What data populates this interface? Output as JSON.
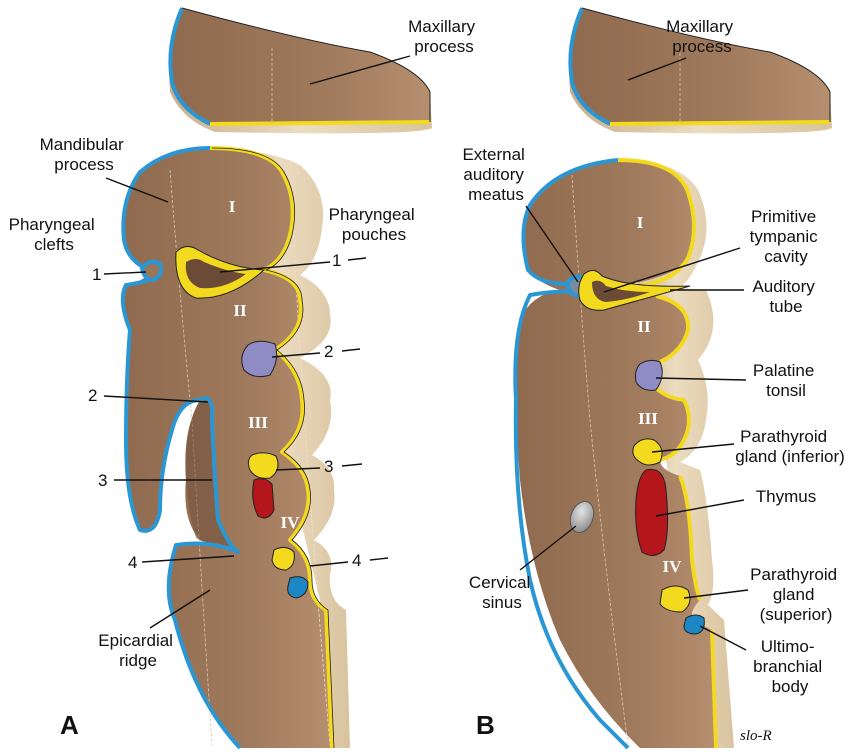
{
  "panel_a": {
    "letter": "A",
    "maxillary_label": [
      "Maxillary",
      "process"
    ],
    "mandibular_label": [
      "Mandibular",
      "process"
    ],
    "clefts_label": [
      "Pharyngeal",
      "clefts"
    ],
    "pouches_label": [
      "Pharyngeal",
      "pouches"
    ],
    "epicardial_label": [
      "Epicardial",
      "ridge"
    ],
    "arches": [
      "I",
      "II",
      "III",
      "IV"
    ],
    "cleft_numbers": [
      "1",
      "2",
      "3",
      "4"
    ],
    "pouch_numbers": [
      "1",
      "2",
      "3",
      "4"
    ]
  },
  "panel_b": {
    "letter": "B",
    "maxillary_label": [
      "Maxillary",
      "process"
    ],
    "ear_label": [
      "External",
      "auditory",
      "meatus"
    ],
    "tympanic_label": [
      "Primitive",
      "tympanic",
      "cavity"
    ],
    "tube_label": [
      "Auditory",
      "tube"
    ],
    "tonsil_label": [
      "Palatine",
      "tonsil"
    ],
    "inferior_label": [
      "Parathyroid",
      "gland (inferior)"
    ],
    "thymus_label": [
      "Thymus"
    ],
    "sinus_label": [
      "Cervical",
      "sinus"
    ],
    "superior_label": [
      "Parathyroid",
      "gland",
      "(superior)"
    ],
    "ultimo_label": [
      "Ultimo-",
      "branchial",
      "body"
    ],
    "arches": [
      "I",
      "II",
      "III",
      "IV"
    ]
  },
  "signature": "slo-R",
  "colors": {
    "tissue": "#9a7558",
    "tissue_light": "#b08a6a",
    "side": "#e6d3b4",
    "ectoderm": "#2a97d4",
    "endoderm": "#f3da1f",
    "tonsil": "#8f8bc4",
    "thymus": "#b5161c",
    "ultimobranchial": "#1d86c4",
    "sinus": "#9a9a9a"
  }
}
